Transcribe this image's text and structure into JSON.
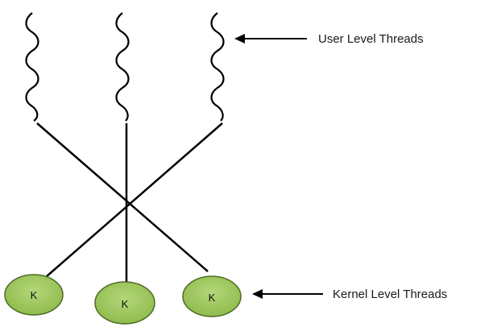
{
  "diagram": {
    "user_threads_label": "User Level Threads",
    "kernel_threads_label": "Kernel Level Threads",
    "kernel_thread_labels": [
      "K",
      "K",
      "K"
    ],
    "colors": {
      "line": "#000000",
      "kernel_fill": "#8DBA4A",
      "kernel_stroke": "#4E6B26"
    }
  }
}
